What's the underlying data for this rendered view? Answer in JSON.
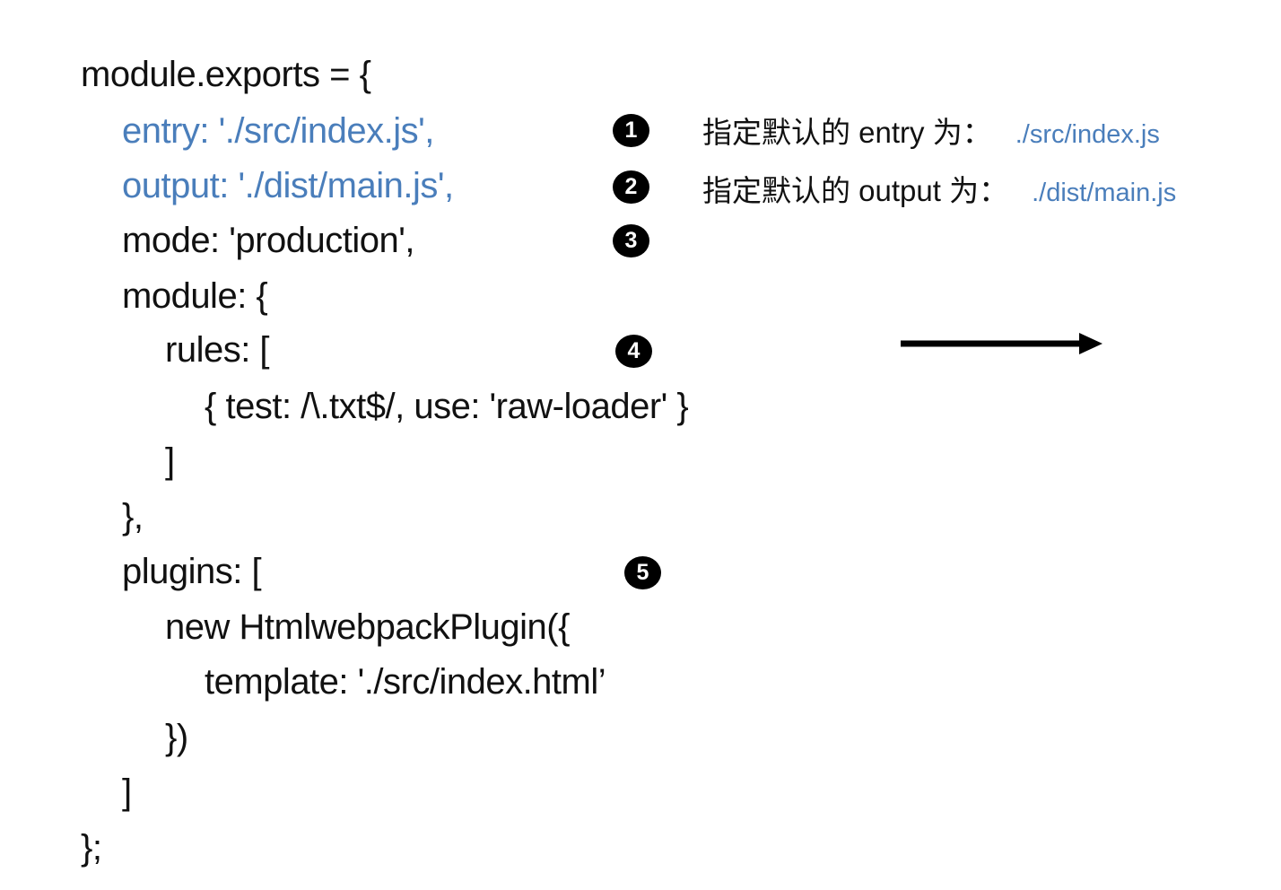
{
  "colors": {
    "background": "#ffffff",
    "code_text": "#111111",
    "code_highlight_blue": "#4a7ebb",
    "annotation_path_blue": "#4a7ebb",
    "badge_background": "#000000",
    "badge_number": "#ffffff",
    "arrow": "#000000"
  },
  "code": {
    "lines": [
      {
        "text": "module.exports = {"
      },
      {
        "text": "entry: './src/index.js',"
      },
      {
        "text": "output: './dist/main.js',"
      },
      {
        "text": "mode: 'production',"
      },
      {
        "text": "module: {"
      },
      {
        "text": "rules: ["
      },
      {
        "text": "{ test: /\\.txt$/, use: 'raw-loader' }"
      },
      {
        "text": "]"
      },
      {
        "text": "},"
      },
      {
        "text": "plugins: ["
      },
      {
        "text": "new HtmlwebpackPlugin({"
      },
      {
        "text": "template: './src/index.html’"
      },
      {
        "text": "})"
      },
      {
        "text": "]"
      },
      {
        "text": "};"
      }
    ]
  },
  "badges": [
    "1",
    "2",
    "3",
    "4",
    "5"
  ],
  "annotations": [
    {
      "label": "指定默认的 entry 为：",
      "path": "./src/index.js"
    },
    {
      "label": "指定默认的 output 为：",
      "path": "./dist/main.js"
    }
  ]
}
